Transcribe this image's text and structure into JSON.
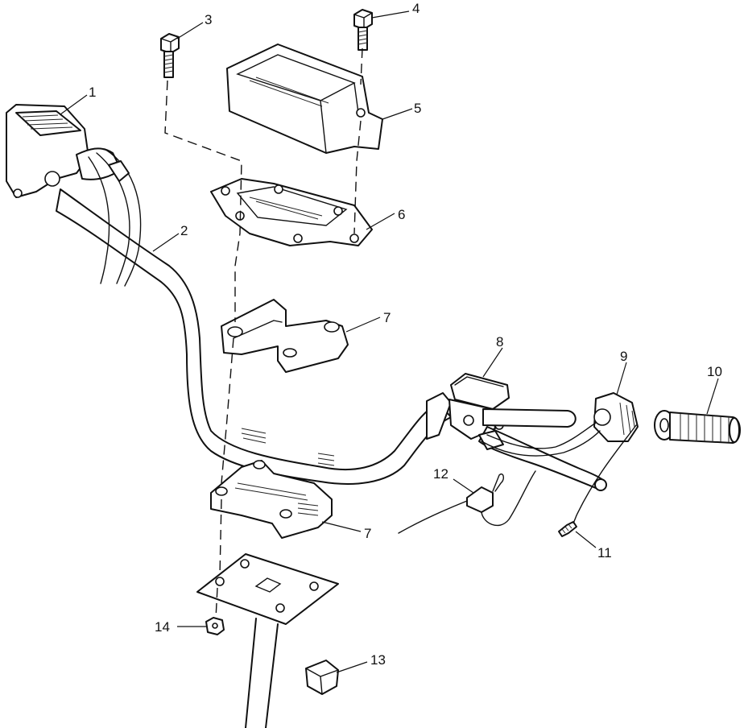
{
  "diagram": {
    "callouts": [
      "1",
      "2",
      "3",
      "4",
      "5",
      "6",
      "7",
      "7",
      "8",
      "9",
      "10",
      "11",
      "12",
      "13",
      "14"
    ]
  }
}
